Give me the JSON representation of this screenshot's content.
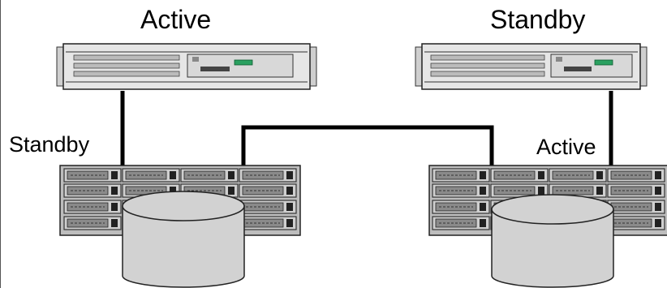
{
  "diagram": {
    "left_server_label": "Active",
    "right_server_label": "Standby",
    "left_storage_label": "Standby",
    "right_storage_label": "Active"
  },
  "colors": {
    "line": "#000000",
    "chassis": "#e6e6e6",
    "chassis_dark": "#444444",
    "cylinder": "#d2d2d2",
    "led_green": "#2aa060"
  },
  "icons": [
    "server-icon",
    "storage-array-icon",
    "disk-cylinder-icon"
  ]
}
